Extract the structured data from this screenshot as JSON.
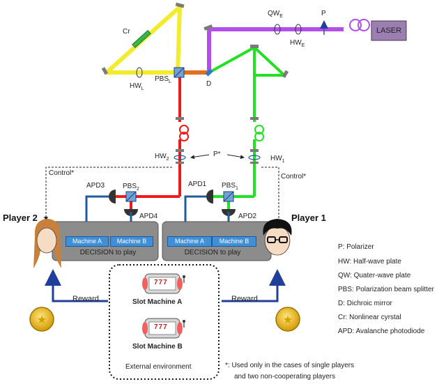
{
  "labels": {
    "laser": "LASER",
    "p_polarizer": "P",
    "qw_e": "QW",
    "qw_e_sub": "E",
    "hw_e": "HW",
    "hw_e_sub": "E",
    "cr": "Cr",
    "hw_l": "HW",
    "hw_l_sub": "L",
    "pbs_l": "PBS",
    "pbs_l_sub": "L",
    "d_mirror": "D",
    "hw_2": "HW",
    "hw_2_sub": "2",
    "hw_1": "HW",
    "hw_1_sub": "1",
    "p_star": "P*",
    "control_left": "Control*",
    "control_right": "Control*",
    "apd3": "APD3",
    "pbs_2": "PBS",
    "pbs_2_sub": "2",
    "apd4": "APD4",
    "apd1": "APD1",
    "pbs_1": "PBS",
    "pbs_1_sub": "1",
    "apd2": "APD2"
  },
  "players": {
    "player2": "Player 2",
    "player1": "Player 1"
  },
  "panels": {
    "left": {
      "machine_a": "Machine A",
      "machine_b": "Machine B",
      "decision": "DECISION to play"
    },
    "right": {
      "machine_a": "Machine A",
      "machine_b": "Machine B",
      "decision": "DECISION to play"
    }
  },
  "reward": {
    "left": "Reward",
    "right": "Reward"
  },
  "environment": {
    "slot_a_display": "777",
    "slot_a": "Slot Machine A",
    "slot_b_display": "777",
    "slot_b": "Slot Machine B",
    "caption": "External environment"
  },
  "legend": [
    "P: Polarizer",
    "HW: Half-wave plate",
    "QW: Quater-wave plate",
    "PBS: Polarization beam splitter",
    "D: Dichroic mirror",
    "Cr: Nonlinear cyrstal",
    "APD: Avalanche photodiode"
  ],
  "footnote": {
    "line1": "*: Used only in the cases of single players",
    "line2": "and two non-cooperating players"
  },
  "colors": {
    "pump_purple": "#b14fe8",
    "sagnac_yellow": "#f2ec2c",
    "red_path": "#f01818",
    "green_path": "#22e022",
    "orange_path": "#e0701e",
    "fiber_blue": "#1f5c9e",
    "panel_gray": "#8c8c8c"
  }
}
